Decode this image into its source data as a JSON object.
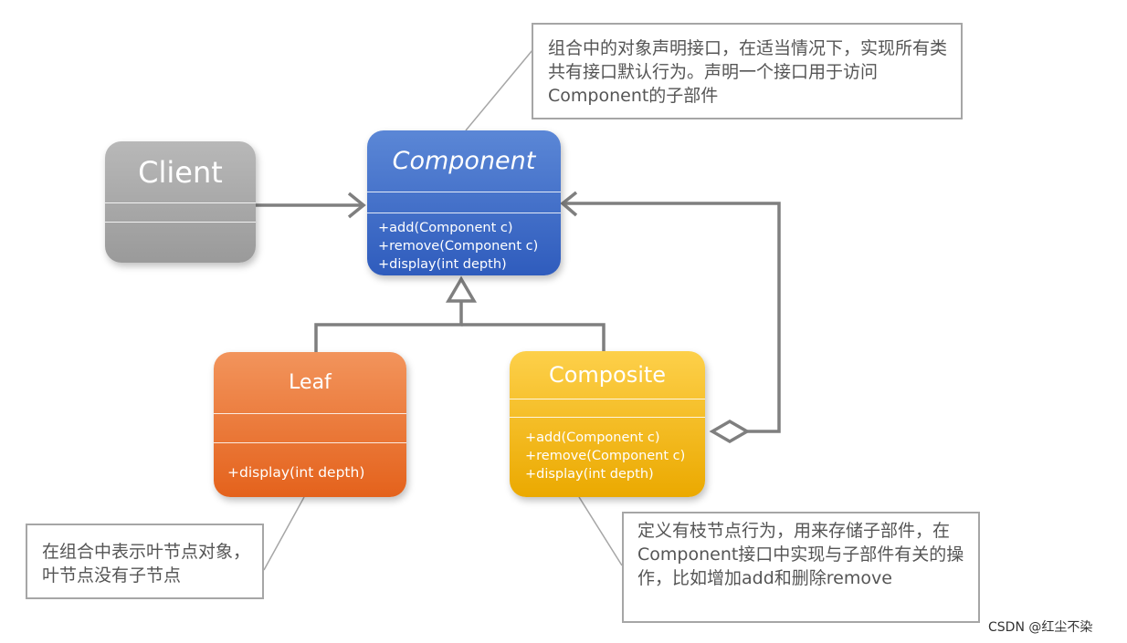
{
  "classes": {
    "client": {
      "name": "Client",
      "color": "#a6a6a6"
    },
    "component": {
      "name": "Component",
      "ops": [
        "+add(Component c)",
        "+remove(Component c)",
        "+display(int depth)"
      ],
      "color": "#4472c4"
    },
    "leaf": {
      "name": "Leaf",
      "ops": [
        "+display(int depth)"
      ],
      "color": "#ed7d31"
    },
    "composite": {
      "name": "Composite",
      "ops": [
        "+add(Component c)",
        "+remove(Component c)",
        "+display(int depth)"
      ],
      "color": "#ffc000"
    }
  },
  "notes": {
    "component": "组合中的对象声明接口，在适当情况下，实现所有类共有接口默认行为。声明一个接口用于访问Component的子部件",
    "leaf": "在组合中表示叶节点对象，叶节点没有子节点",
    "composite": "定义有枝节点行为，用来存储子部件，在Component接口中实现与子部件有关的操作，比如增加add和删除remove"
  },
  "relations": [
    {
      "from": "Client",
      "to": "Component",
      "type": "association"
    },
    {
      "from": "Leaf",
      "to": "Component",
      "type": "generalization"
    },
    {
      "from": "Composite",
      "to": "Component",
      "type": "generalization"
    },
    {
      "from": "Composite",
      "to": "Component",
      "type": "aggregation"
    }
  ],
  "watermark": "CSDN @红尘不染"
}
